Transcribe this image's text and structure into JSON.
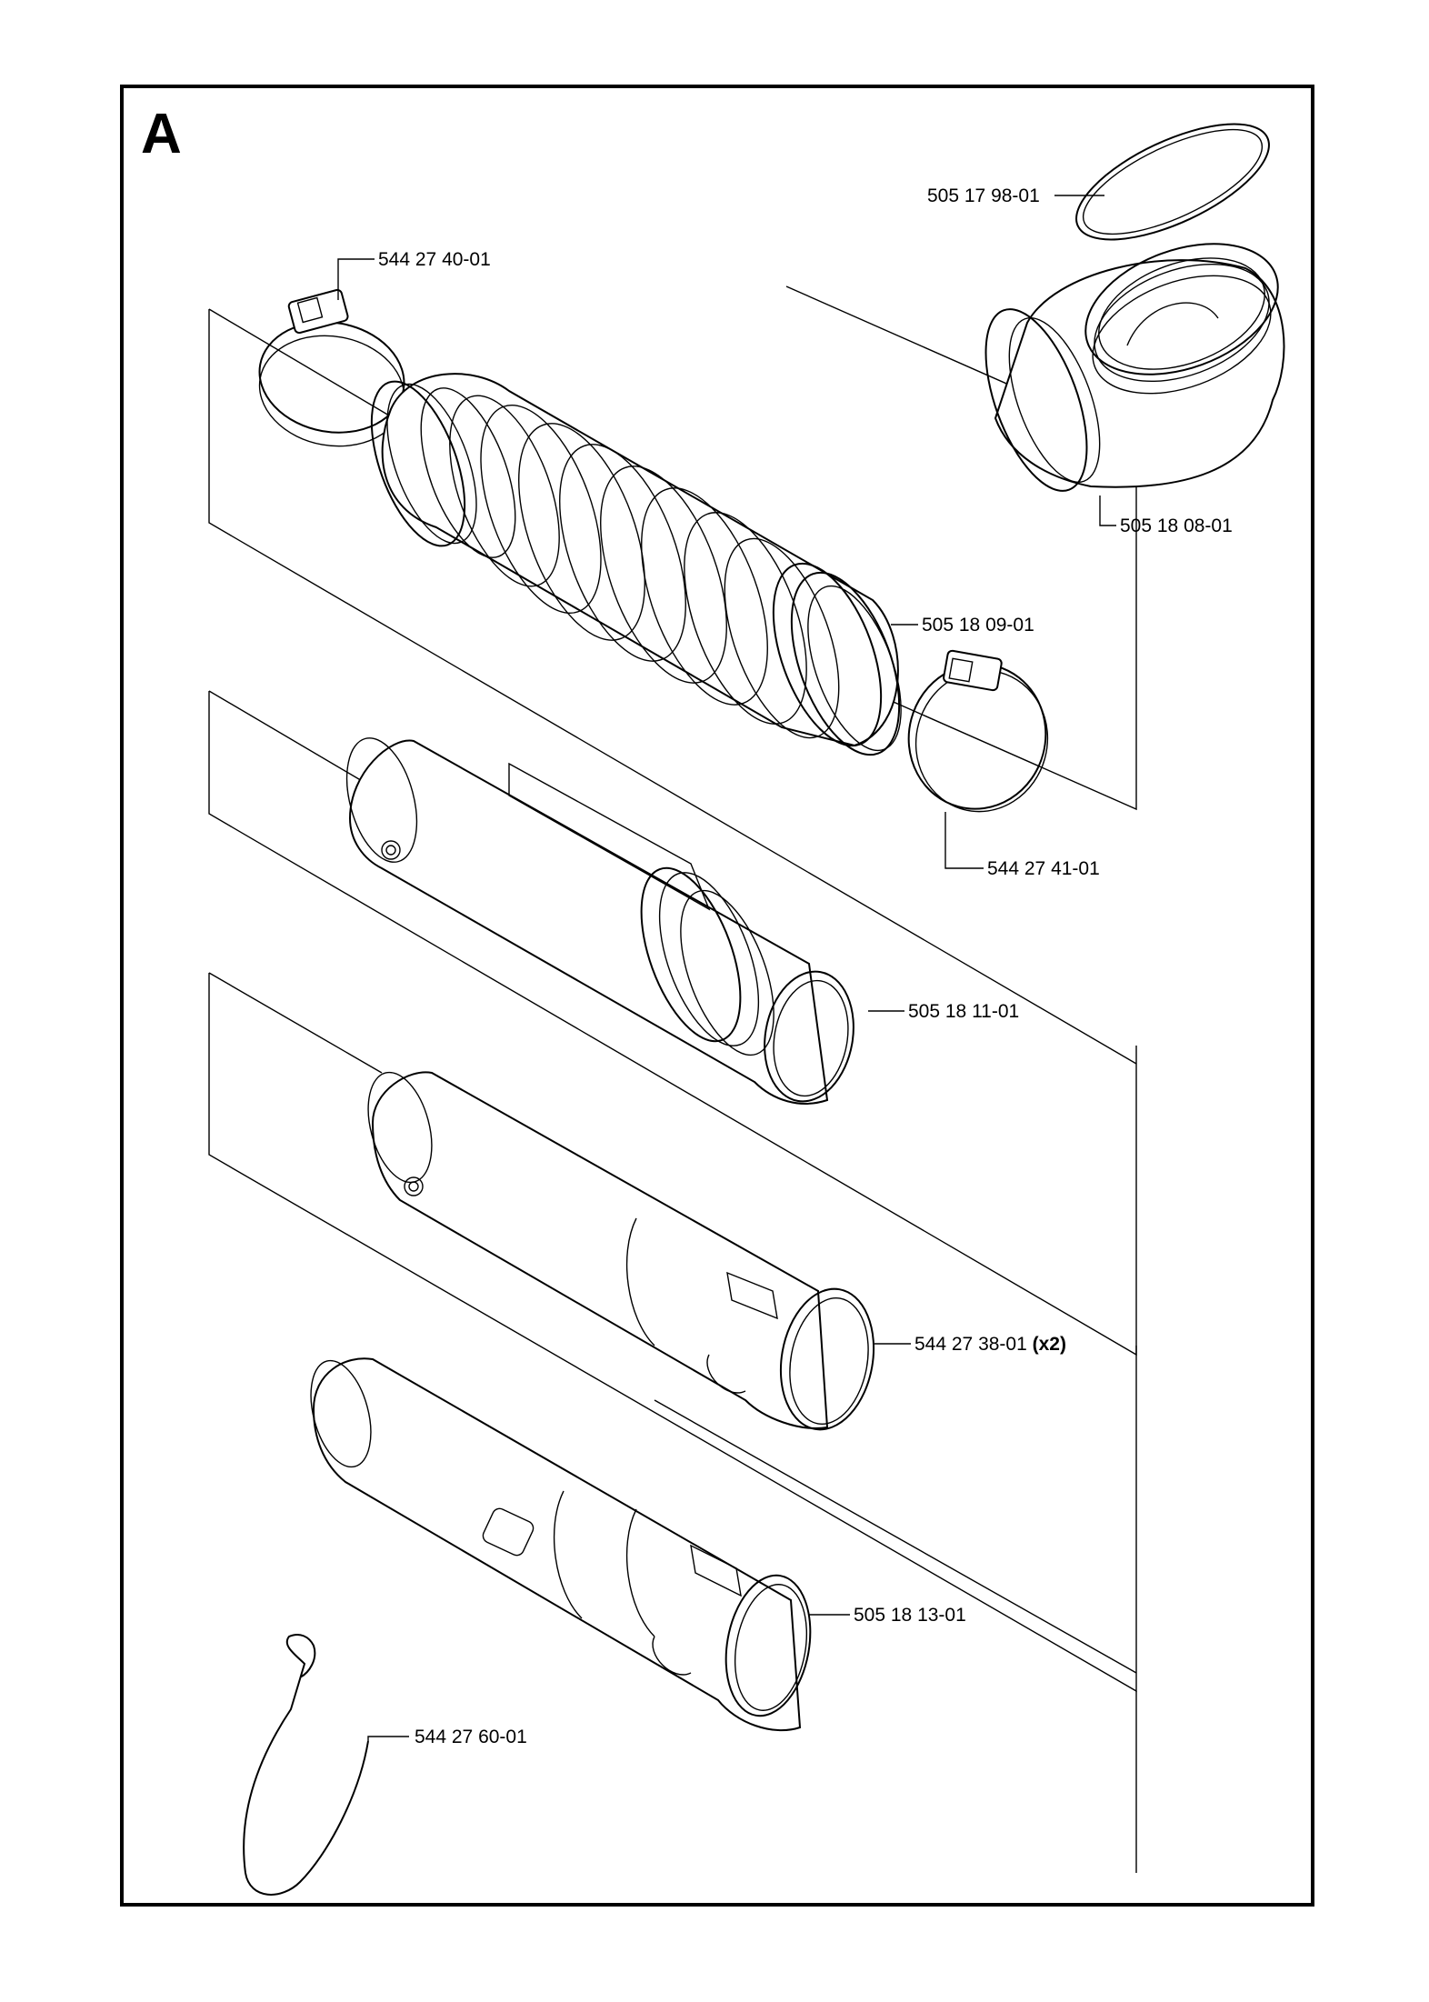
{
  "section": {
    "letter": "A"
  },
  "parts": [
    {
      "id": "ring",
      "number": "505 17 98-01",
      "qty": ""
    },
    {
      "id": "clamp-top",
      "number": "544 27 40-01",
      "qty": ""
    },
    {
      "id": "elbow",
      "number": "505 18 08-01",
      "qty": ""
    },
    {
      "id": "bellows",
      "number": "505 18 09-01",
      "qty": ""
    },
    {
      "id": "clamp-bottom",
      "number": "544 27 41-01",
      "qty": ""
    },
    {
      "id": "tube-1",
      "number": "505 18 11-01",
      "qty": ""
    },
    {
      "id": "tube-2",
      "number": "544 27 38-01",
      "qty": "(x2)"
    },
    {
      "id": "nozzle",
      "number": "505 18 13-01",
      "qty": ""
    },
    {
      "id": "wire-clip",
      "number": "544 27 60-01",
      "qty": ""
    }
  ]
}
